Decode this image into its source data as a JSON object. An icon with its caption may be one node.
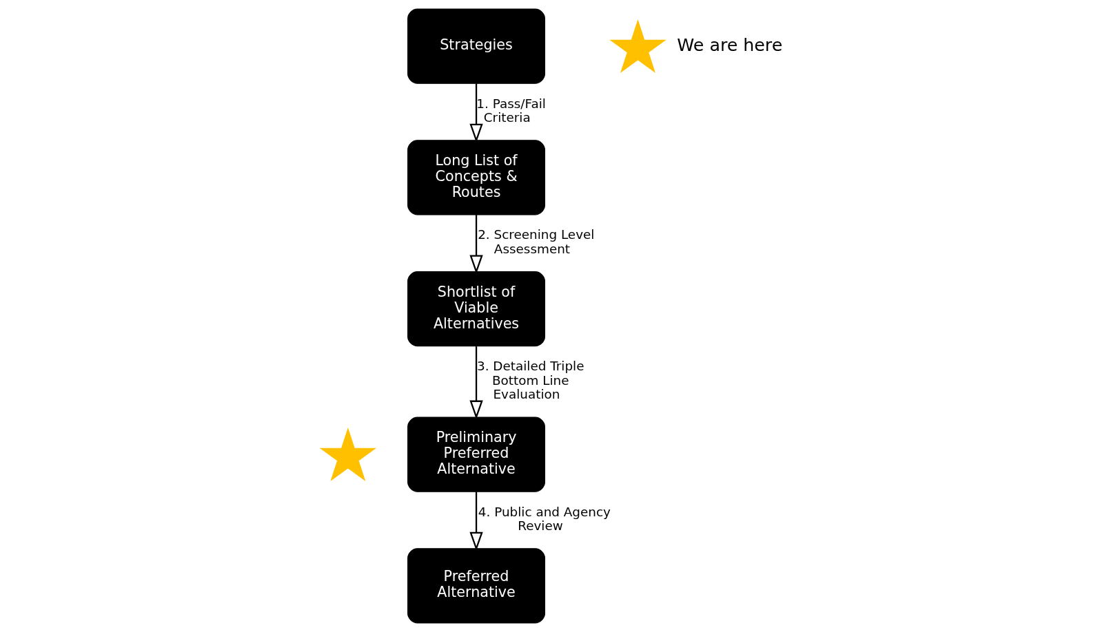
{
  "diagram": {
    "nodes": [
      {
        "text": [
          "Strategies"
        ]
      },
      {
        "text": [
          "Long List of Concepts & Routes"
        ]
      },
      {
        "text": [
          "Shortlist of Viable Alternatives"
        ]
      },
      {
        "text": [
          "Preliminary Preferred Alternative"
        ]
      },
      {
        "text": [
          "Preferred Alternative"
        ]
      },
      {
        "text": [],
        "shape": "star"
      },
      {
        "text": [],
        "shape": "star",
        "beside": [
          "We are here"
        ]
      }
    ],
    "edges": [
      {
        "from": 0,
        "to": 1,
        "arrow": "to",
        "label": "1. Pass/Fail Criteria"
      },
      {
        "from": 1,
        "to": 2,
        "arrow": "to",
        "label": "2. Screening Level Assessment"
      },
      {
        "from": 2,
        "to": 3,
        "arrow": "to",
        "label": "3. Detailed Triple Bottom Line Evaluation"
      },
      {
        "from": 3,
        "to": 4,
        "arrow": "to",
        "label": "4. Public and Agency Review"
      }
    ]
  }
}
